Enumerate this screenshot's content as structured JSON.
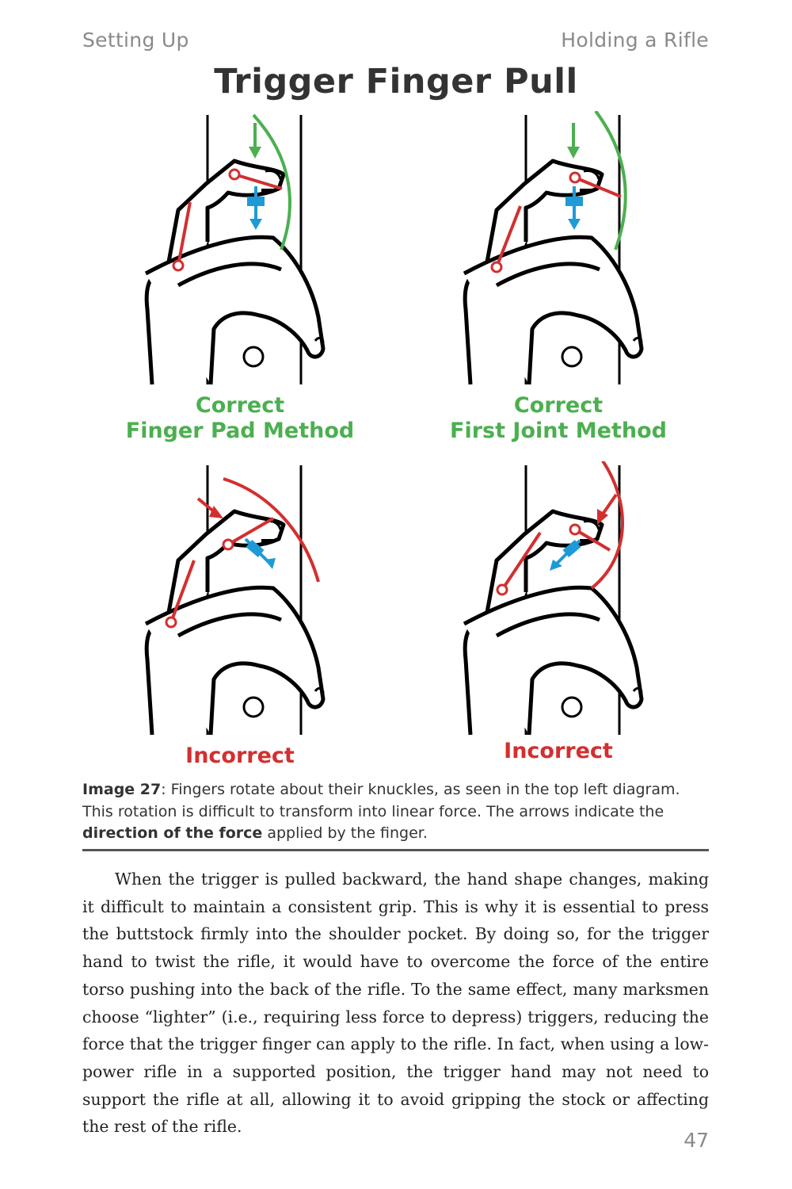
{
  "header": {
    "left": "Setting Up",
    "right": "Holding a Rifle"
  },
  "title": "Trigger Finger Pull",
  "panels": [
    {
      "line1": "Correct",
      "line2": "Finger Pad Method",
      "status": "correct"
    },
    {
      "line1": "Correct",
      "line2": "First Joint Method",
      "status": "correct"
    },
    {
      "line1": "Incorrect",
      "status": "incorrect"
    },
    {
      "line1": "Incorrect",
      "status": "incorrect"
    }
  ],
  "caption": {
    "label": "Image 27",
    "part1": ": Fingers rotate about their knuckles, as seen in the top left diagram. This rotation is difficult to transform into linear force. The arrows indicate the ",
    "bold": "direction of the force",
    "part2": " applied by the finger."
  },
  "body": "When the trigger is pulled backward, the hand shape changes, making it difficult to maintain a consistent grip. This is why it is essential to press the buttstock firmly into the shoulder pocket. By doing so, for the trigger hand to twist the rifle, it would have to overcome the force of the entire torso pushing into the back of the rifle. To the same effect, many marksmen choose “lighter” (i.e., requiring less force to depress) triggers, reducing the force that the trigger finger can apply to the rifle. In fact, when using a low-power rifle in a supported position, the trigger hand may not need to support the rifle at all, allowing it to avoid gripping the stock or affecting the rest of the rifle.",
  "page_number": "47",
  "colors": {
    "correct": "#4caf50",
    "incorrect": "#d32f2f",
    "force": "#1e9ad6",
    "ink": "#000000"
  }
}
